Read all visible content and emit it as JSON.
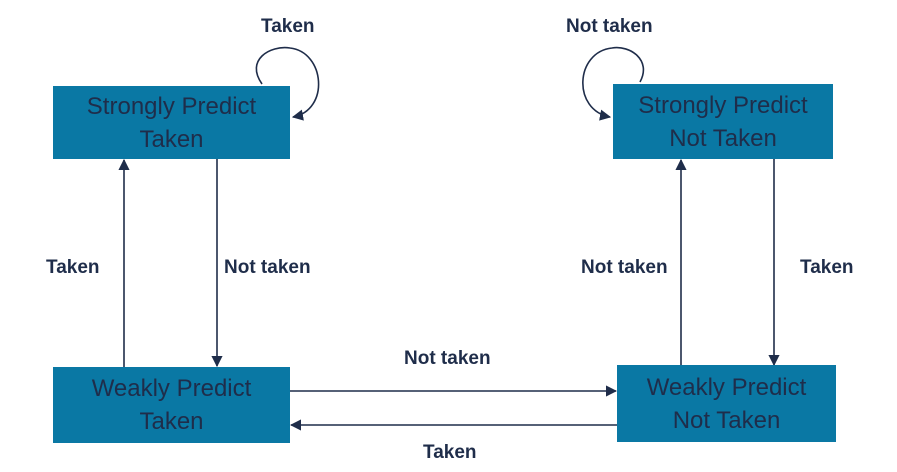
{
  "colors": {
    "state_fill": "#0a78a4",
    "text": "#1f2d4a",
    "arrow": "#1f2d4a"
  },
  "states": {
    "spt": {
      "line1": "Strongly Predict",
      "line2": "Taken"
    },
    "wpt": {
      "line1": "Weakly Predict",
      "line2": "Taken"
    },
    "spnt": {
      "line1": "Strongly Predict",
      "line2": "Not Taken"
    },
    "wpnt": {
      "line1": "Weakly Predict",
      "line2": "Not Taken"
    }
  },
  "edges": {
    "spt_self": "Taken",
    "spnt_self": "Not taken",
    "wpt_to_spt": "Taken",
    "spt_to_wpt": "Not taken",
    "spnt_to_wpnt": "Taken",
    "wpnt_to_spnt": "Not taken",
    "wpt_to_wpnt": "Not taken",
    "wpnt_to_wpt": "Taken"
  }
}
